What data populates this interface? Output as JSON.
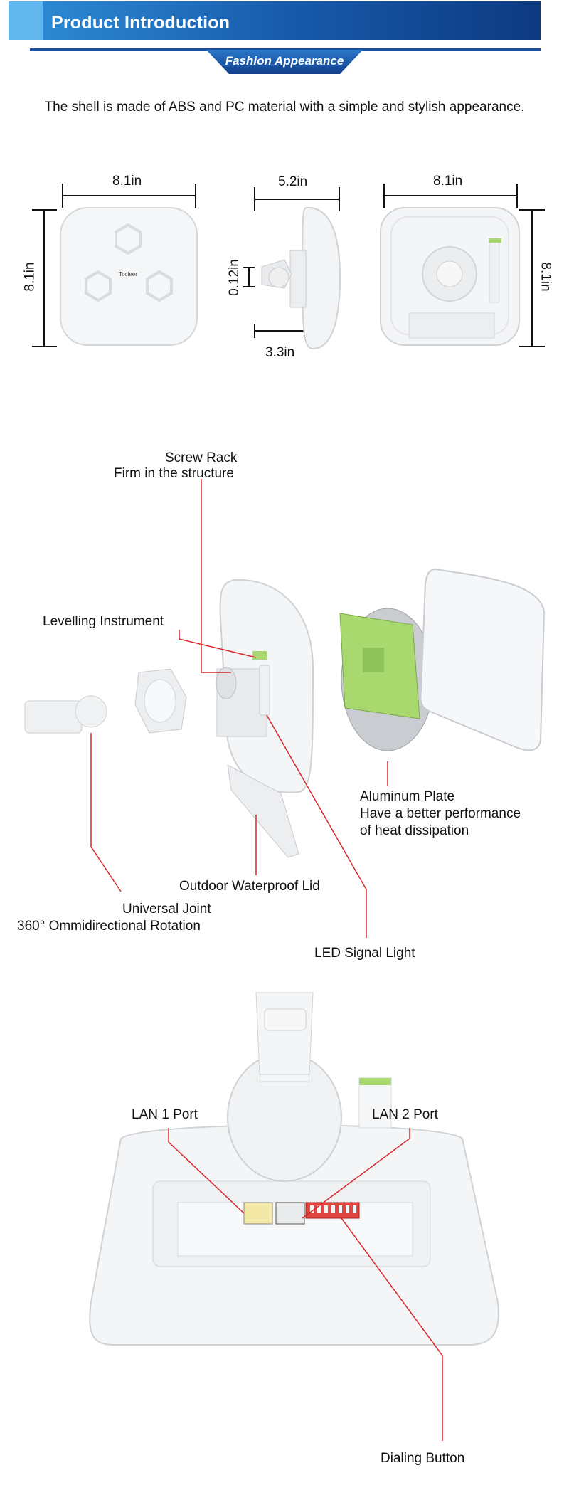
{
  "header": {
    "title": "Product Introduction",
    "subtitle": "Fashion Appearance"
  },
  "intro_text": "The shell is made of ABS and PC material with a simple and stylish appearance.",
  "dimensions": {
    "front_width": "8.1in",
    "front_height": "8.1in",
    "side_width": "5.2in",
    "side_bracket": "0.12in",
    "side_depth": "3.3in",
    "back_width": "8.1in",
    "back_height": "8.1in"
  },
  "front_logo": "Tocleer",
  "exploded": {
    "screw_rack": [
      "Screw Rack",
      "Firm in the structure"
    ],
    "levelling": "Levelling Instrument",
    "aluminum": [
      "Aluminum Plate",
      "Have a better performance",
      "of heat dissipation"
    ],
    "lid": "Outdoor Waterproof Lid",
    "joint": [
      "Universal Joint",
      "360° Ommidirectional Rotation"
    ],
    "led": "LED Signal Light"
  },
  "ports": {
    "lan1": "LAN 1 Port",
    "lan2": "LAN 2 Port",
    "dial": "Dialing Button"
  },
  "colors": {
    "header_blue": "#1a62b5",
    "header_dark": "#0c3f8a",
    "line_red": "#d9262b",
    "board_green": "#a9d86e"
  }
}
